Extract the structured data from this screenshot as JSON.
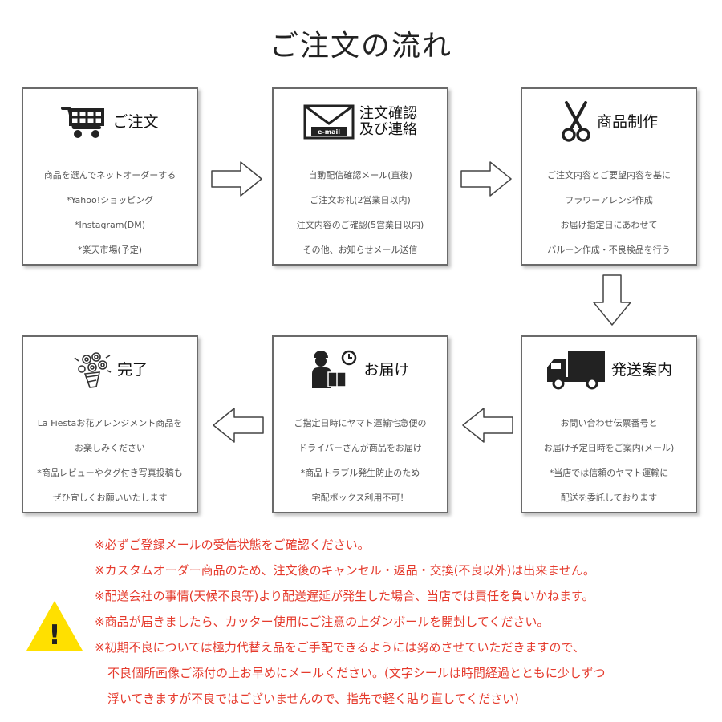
{
  "title": "ご注文の流れ",
  "steps": [
    {
      "title": "ご注文",
      "icon": "shopping-cart-icon",
      "lines": [
        "商品を選んでネットオーダーする",
        "*Yahoo!ショッピング",
        "*Instagram(DM)",
        "*楽天市場(予定)"
      ]
    },
    {
      "title_line1": "注文確認",
      "title_line2": "及び連絡",
      "icon": "email-envelope-icon",
      "icon_text": "e-mail",
      "lines": [
        "自動配信確認メール(直後)",
        "ご注文お礼(2営業日以内)",
        "注文内容のご確認(5営業日以内)",
        "その他、お知らせメール送信"
      ]
    },
    {
      "title": "商品制作",
      "icon": "scissors-icon",
      "lines": [
        "ご注文内容とご要望内容を基に",
        "フラワーアレンジ作成",
        "お届け指定日にあわせて",
        "バルーン作成・不良検品を行う"
      ]
    },
    {
      "title": "発送案内",
      "icon": "delivery-truck-icon",
      "lines": [
        "お問い合わせ伝票番号と",
        "お届け予定日時をご案内(メール)",
        "*当店では信頼のヤマト運輸に",
        "配送を委託しております"
      ]
    },
    {
      "title": "お届け",
      "icon": "delivery-person-icon",
      "lines": [
        "ご指定日時にヤマト運輸宅急便の",
        "ドライバーさんが商品をお届け",
        "*商品トラブル発生防止のため",
        "宅配ボックス利用不可！"
      ]
    },
    {
      "title": "完了",
      "icon": "flower-bouquet-icon",
      "lines": [
        "La Fiestaお花アレンジメント商品を",
        "お楽しみください",
        "*商品レビューやタグ付き写真投稿も",
        "ぜひ宜しくお願いいたします"
      ]
    }
  ],
  "notes": [
    "※必ずご登録メールの受信状態をご確認ください。",
    "※カスタムオーダー商品のため、注文後のキャンセル・返品・交換(不良以外)は出来ません。",
    "※配送会社の事情(天候不良等)より配送遅延が発生した場合、当店では責任を負いかねます。",
    "※商品が届きましたら、カッター使用にご注意の上ダンボールを開封してください。",
    "※初期不良については極力代替え品をご手配できるようには努めさせていただきますので、",
    "不良個所画像ご添付の上お早めにメールください。(文字シールは時間経過とともに少しずつ",
    "浮いてきますが不良ではございませんので、指先で軽く貼り直してください)"
  ],
  "warning": {
    "symbol": "!",
    "color": "#ffe000",
    "icon": "warning-triangle-icon"
  },
  "colors": {
    "notes": "#e53a2c",
    "border": "#6a6a6a"
  }
}
